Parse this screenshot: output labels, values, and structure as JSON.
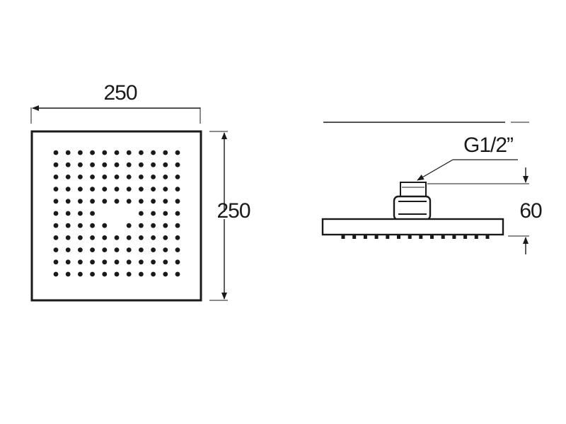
{
  "front_view": {
    "width_label": "250",
    "height_label": "250",
    "nozzle_grid": {
      "rows": 11,
      "cols": 11,
      "omitted": [
        [
          5,
          4
        ],
        [
          5,
          5
        ],
        [
          5,
          6
        ],
        [
          6,
          5
        ]
      ]
    }
  },
  "side_view": {
    "thread_label": "G1/2”",
    "height_label": "60",
    "nozzle_count": 14
  },
  "colors": {
    "ink": "#1a1a1a",
    "background": "#ffffff"
  }
}
